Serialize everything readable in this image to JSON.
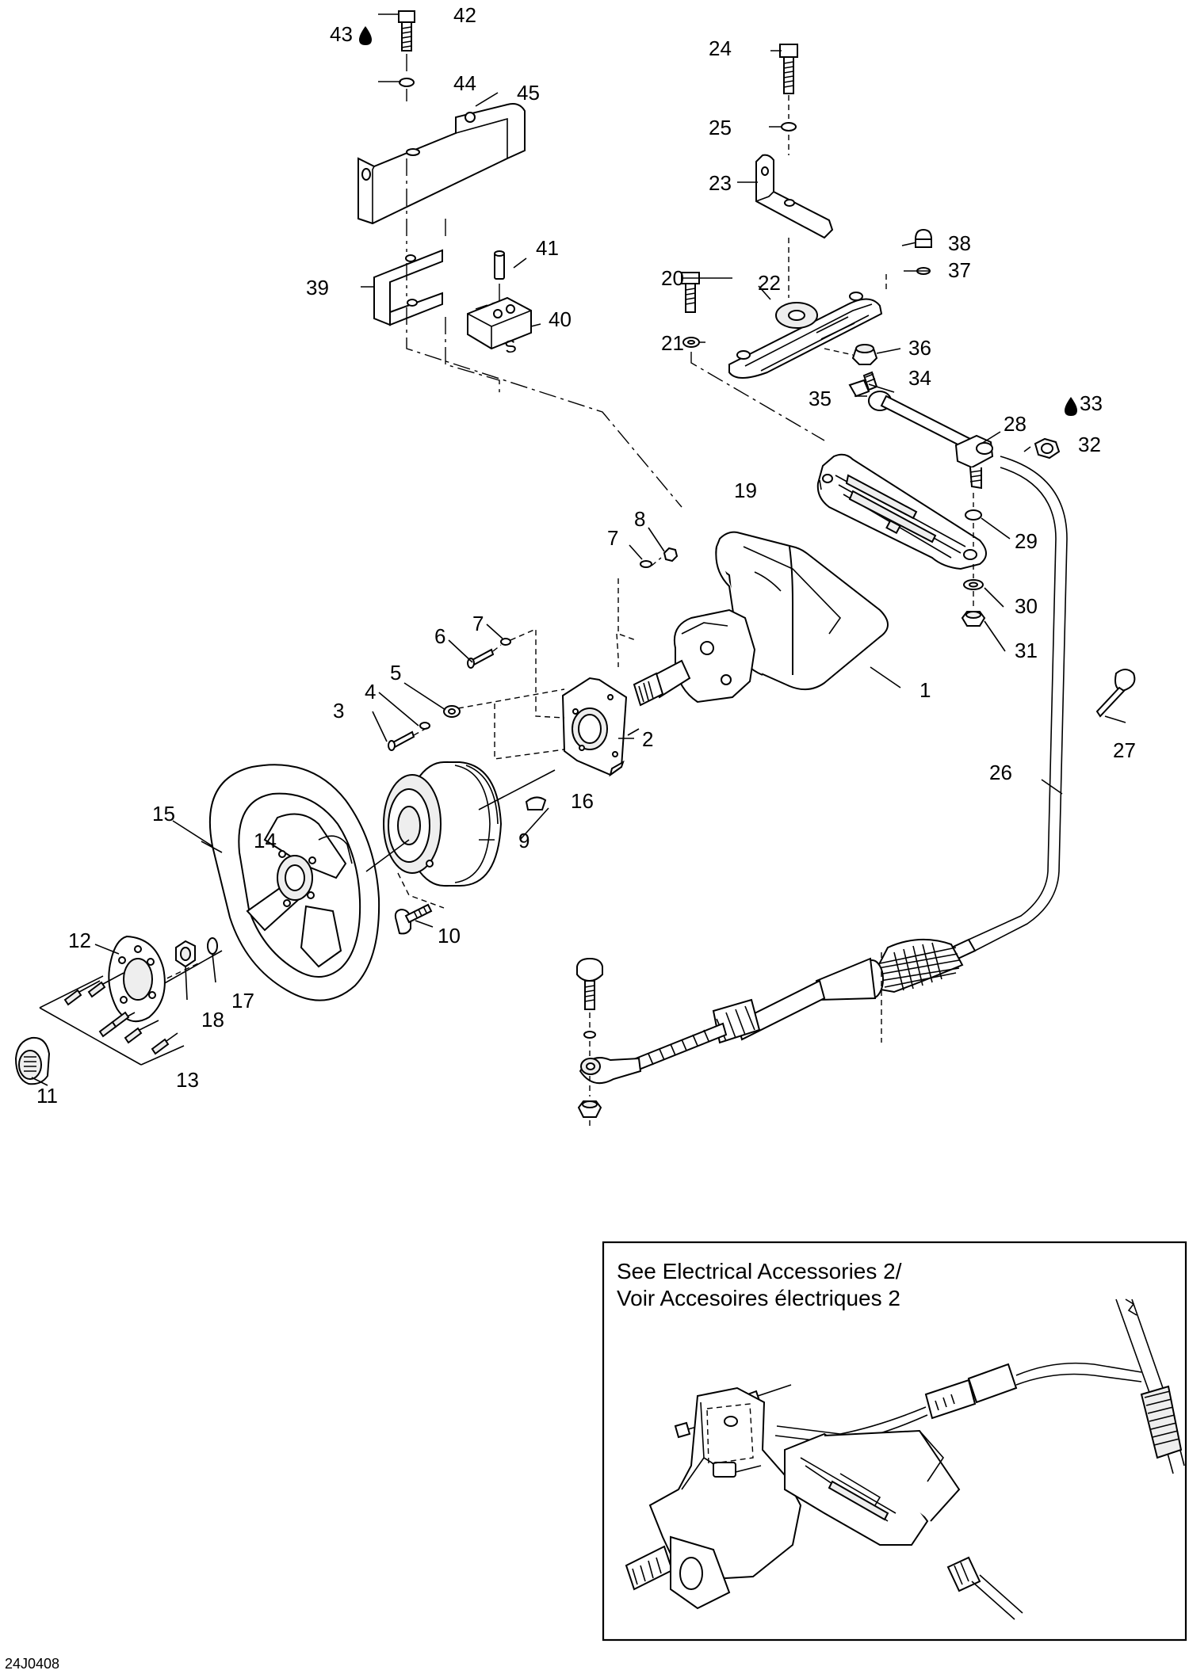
{
  "callouts": [
    {
      "id": "1",
      "text": "1"
    },
    {
      "id": "2",
      "text": "2"
    },
    {
      "id": "3",
      "text": "3"
    },
    {
      "id": "4",
      "text": "4"
    },
    {
      "id": "5",
      "text": "5"
    },
    {
      "id": "6",
      "text": "6"
    },
    {
      "id": "7a",
      "text": "7"
    },
    {
      "id": "7b",
      "text": "7"
    },
    {
      "id": "8",
      "text": "8"
    },
    {
      "id": "9",
      "text": "9"
    },
    {
      "id": "10",
      "text": "10"
    },
    {
      "id": "11",
      "text": "11"
    },
    {
      "id": "12",
      "text": "12"
    },
    {
      "id": "13",
      "text": "13"
    },
    {
      "id": "14",
      "text": "14"
    },
    {
      "id": "15",
      "text": "15"
    },
    {
      "id": "16",
      "text": "16"
    },
    {
      "id": "17",
      "text": "17"
    },
    {
      "id": "18",
      "text": "18"
    },
    {
      "id": "19",
      "text": "19"
    },
    {
      "id": "20",
      "text": "20"
    },
    {
      "id": "21",
      "text": "21"
    },
    {
      "id": "22",
      "text": "22"
    },
    {
      "id": "23",
      "text": "23"
    },
    {
      "id": "24",
      "text": "24"
    },
    {
      "id": "25",
      "text": "25"
    },
    {
      "id": "26",
      "text": "26"
    },
    {
      "id": "27",
      "text": "27"
    },
    {
      "id": "28",
      "text": "28"
    },
    {
      "id": "29",
      "text": "29"
    },
    {
      "id": "30",
      "text": "30"
    },
    {
      "id": "31",
      "text": "31"
    },
    {
      "id": "32",
      "text": "32"
    },
    {
      "id": "33",
      "text": "33"
    },
    {
      "id": "34",
      "text": "34"
    },
    {
      "id": "35",
      "text": "35"
    },
    {
      "id": "36",
      "text": "36"
    },
    {
      "id": "37",
      "text": "37"
    },
    {
      "id": "38",
      "text": "38"
    },
    {
      "id": "39",
      "text": "39"
    },
    {
      "id": "40",
      "text": "40"
    },
    {
      "id": "41",
      "text": "41"
    },
    {
      "id": "42",
      "text": "42"
    },
    {
      "id": "43",
      "text": "43"
    },
    {
      "id": "44",
      "text": "44"
    },
    {
      "id": "45",
      "text": "45"
    }
  ],
  "block_letter": "S",
  "inset": {
    "line1": "See Electrical Accessories 2/",
    "line2": "Voir Accesoires électriques 2"
  },
  "figure_code": "24J0408",
  "icons": [
    "oil-drop-icon"
  ]
}
